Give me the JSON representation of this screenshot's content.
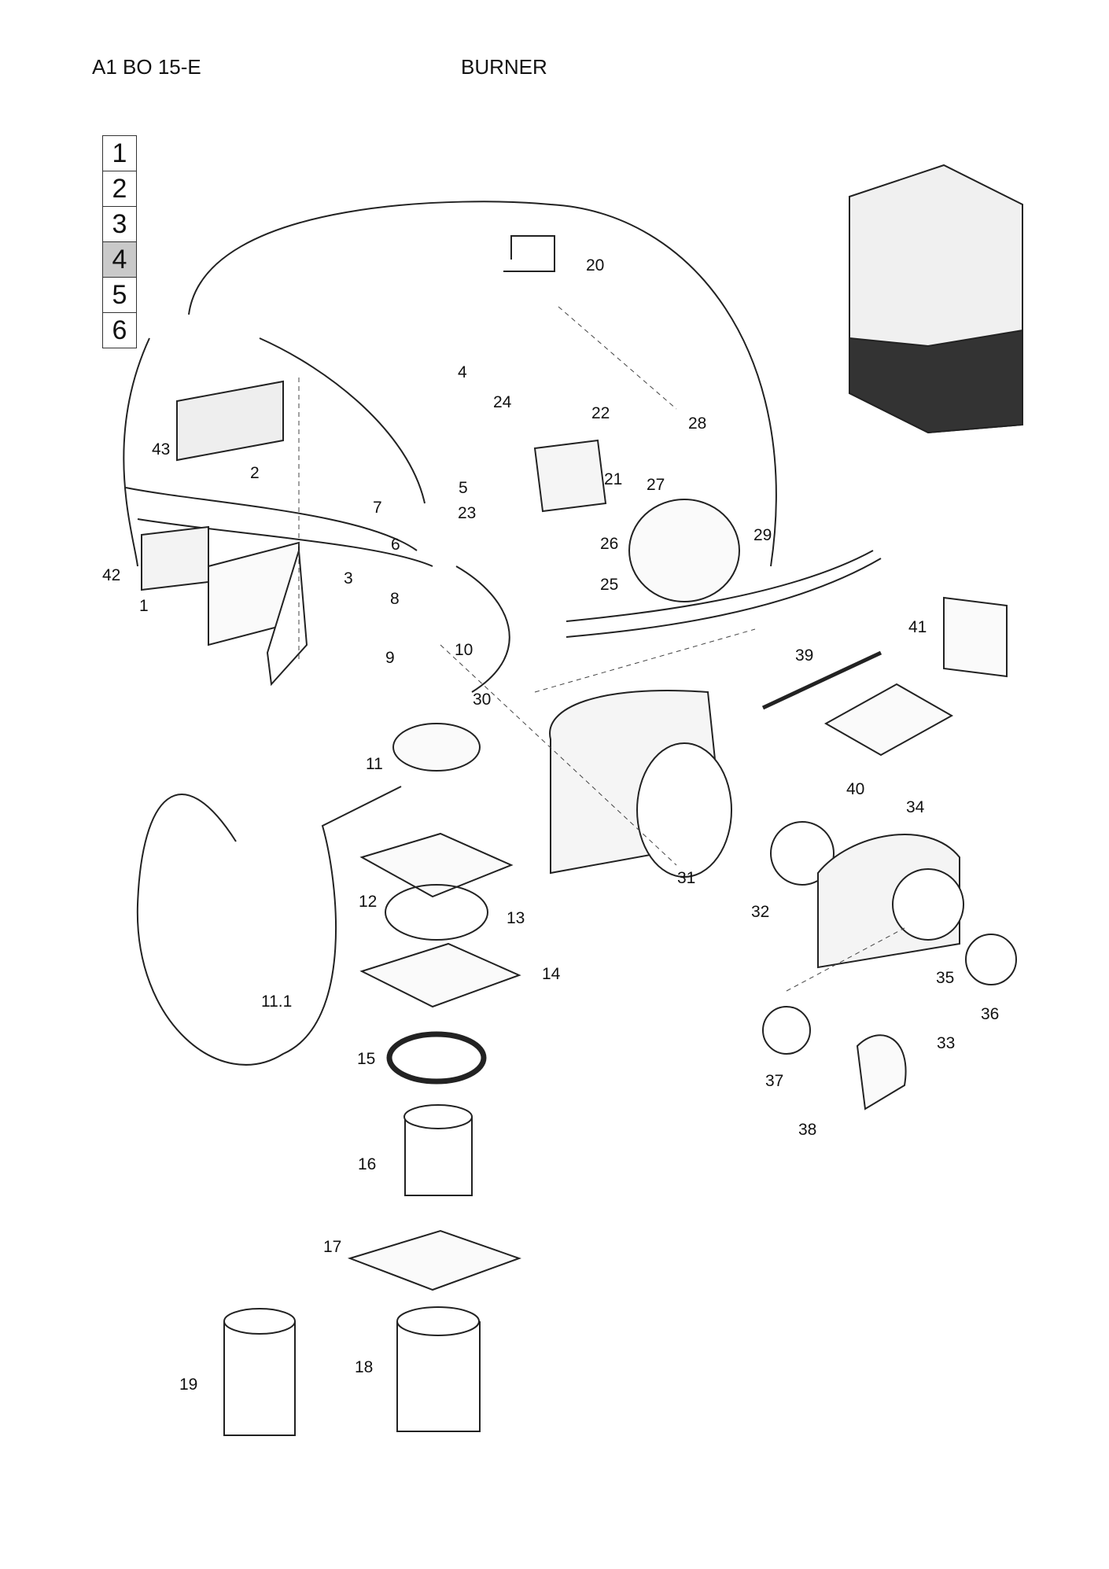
{
  "header": {
    "model": "A1 BO 15-E",
    "title": "BURNER"
  },
  "navigation": {
    "pages": [
      "1",
      "2",
      "3",
      "4",
      "5",
      "6"
    ],
    "active_index": 3
  },
  "part_labels": [
    "1",
    "2",
    "3",
    "4",
    "5",
    "6",
    "7",
    "8",
    "9",
    "10",
    "11",
    "11.1",
    "12",
    "13",
    "14",
    "15",
    "16",
    "17",
    "18",
    "19",
    "20",
    "21",
    "22",
    "23",
    "24",
    "25",
    "26",
    "27",
    "28",
    "29",
    "30",
    "31",
    "32",
    "33",
    "34",
    "35",
    "36",
    "37",
    "38",
    "39",
    "40",
    "41",
    "42",
    "43"
  ]
}
